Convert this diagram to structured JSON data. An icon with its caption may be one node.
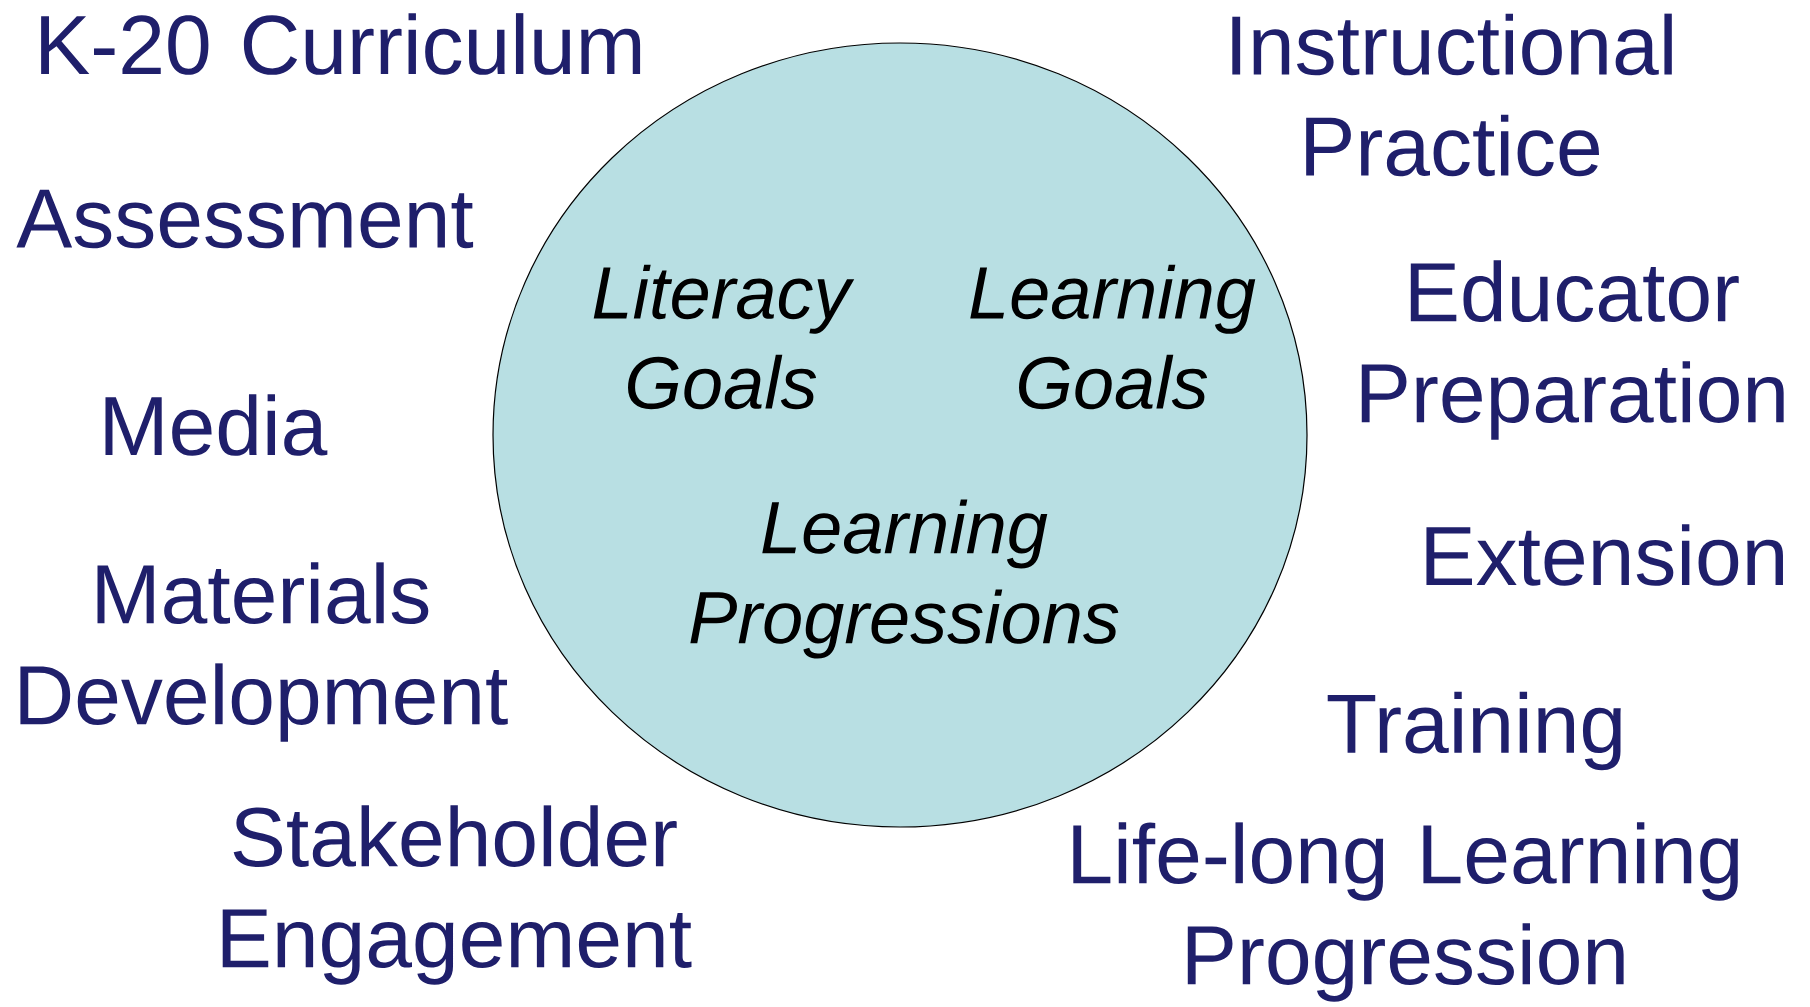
{
  "diagram": {
    "nodes": [
      {
        "text": [
          "Literacy Goals",
          "Learning Goals",
          "Learning Progressions"
        ]
      }
    ],
    "labels": [
      "K-20 Curriculum",
      "Instructional Practice",
      "Assessment",
      "Educator Preparation",
      "Media",
      "Extension",
      "Materials Development",
      "Training",
      "Stakeholder Engagement",
      "Life-long Learning Progression"
    ]
  }
}
